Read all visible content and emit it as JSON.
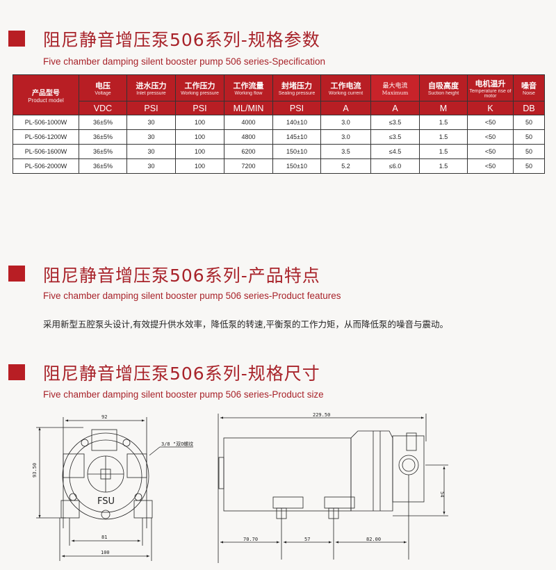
{
  "sections": [
    {
      "title": "阻尼静音增压泵506系列-规格参数",
      "subtitle": "Five chamber damping silent booster pump 506 series-Specification"
    },
    {
      "title": "阻尼静音增压泵506系列-产品特点",
      "subtitle": "Five chamber damping silent booster pump 506 series-Product features",
      "body": "采用新型五腔泵头设计,有效提升供水效率，降低泵的转速,平衡泵的工作力矩，从而降低泵的噪音与震动。"
    },
    {
      "title": "阻尼静音增压泵506系列-规格尺寸",
      "subtitle": "Five chamber damping silent booster pump 506 series-Product size"
    }
  ],
  "table": {
    "headers": [
      {
        "cn": "产品型号",
        "en": "Product model",
        "unit": ""
      },
      {
        "cn": "电压",
        "en": "Voltage",
        "unit": "VDC"
      },
      {
        "cn": "进水压力",
        "en": "Inlet pressure",
        "unit": "PSI"
      },
      {
        "cn": "工作压力",
        "en": "Working pressure",
        "unit": "PSI"
      },
      {
        "cn": "工作流量",
        "en": "Working flow",
        "unit": "ML/MIN"
      },
      {
        "cn": "封堵压力",
        "en": "Sealing pressure",
        "unit": "PSI"
      },
      {
        "cn": "工作电流",
        "en": "Working current",
        "unit": "A"
      },
      {
        "cn": "最大电流",
        "en": "Maximum",
        "unit": "A"
      },
      {
        "cn": "自吸高度",
        "en": "Suction height",
        "unit": "M"
      },
      {
        "cn": "电机温升",
        "en": "Temperature rise of motor",
        "unit": "K"
      },
      {
        "cn": "噪音",
        "en": "Noise",
        "unit": "DB"
      }
    ],
    "rows": [
      [
        "PL-506-1000W",
        "36±5%",
        "30",
        "100",
        "4000",
        "140±10",
        "3.0",
        "≤3.5",
        "1.5",
        "<50",
        "50"
      ],
      [
        "PL-506-1200W",
        "36±5%",
        "30",
        "100",
        "4800",
        "145±10",
        "3.0",
        "≤3.5",
        "1.5",
        "<50",
        "50"
      ],
      [
        "PL-506-1600W",
        "36±5%",
        "30",
        "100",
        "6200",
        "150±10",
        "3.5",
        "≤4.5",
        "1.5",
        "<50",
        "50"
      ],
      [
        "PL-506-2000W",
        "36±5%",
        "30",
        "100",
        "7200",
        "150±10",
        "5.2",
        "≤6.0",
        "1.5",
        "<50",
        "50"
      ]
    ]
  },
  "drawing": {
    "front": {
      "width_top": "92",
      "height": "93.50",
      "thread_note": "3/8 \"双O螺纹",
      "mount_spacing": "81",
      "base_width": "100",
      "logo": "FSU"
    },
    "side": {
      "length": "229.50",
      "seg1": "70.70",
      "seg2": "57",
      "seg3": "82.00",
      "port_height": "54"
    }
  },
  "colors": {
    "accent": "#b81e24",
    "title": "#a8232a",
    "background": "#f8f7f5"
  }
}
